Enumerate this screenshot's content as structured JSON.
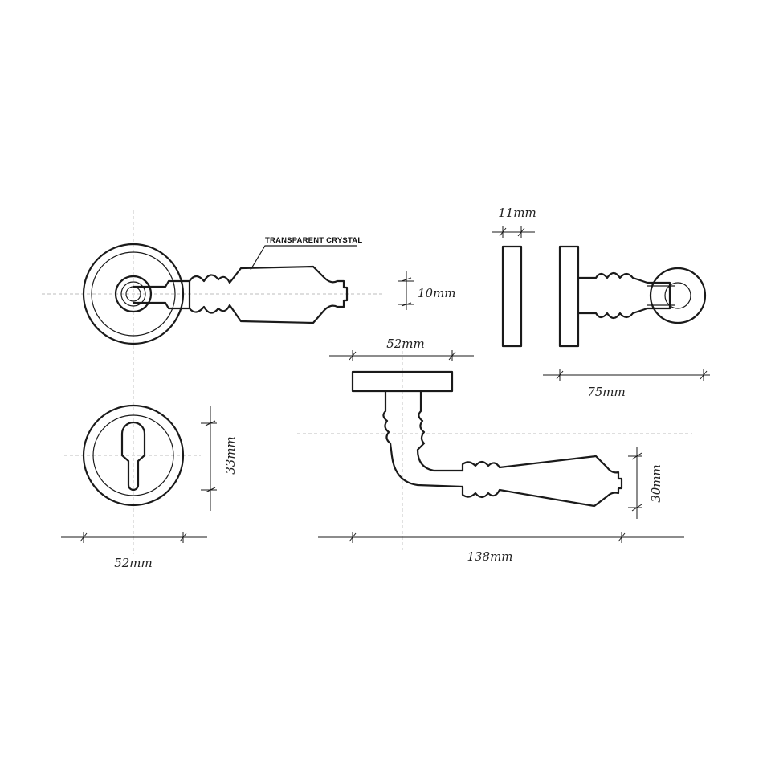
{
  "labels": {
    "material_note": "TRANSPARENT CRYSTAL",
    "rose_thickness": "11mm",
    "spindle_diameter": "10mm",
    "rose_width_top": "52mm",
    "projection": "75mm",
    "keyhole_height": "33mm",
    "escutcheon_width": "52mm",
    "handle_length": "138mm",
    "handle_height": "30mm"
  }
}
